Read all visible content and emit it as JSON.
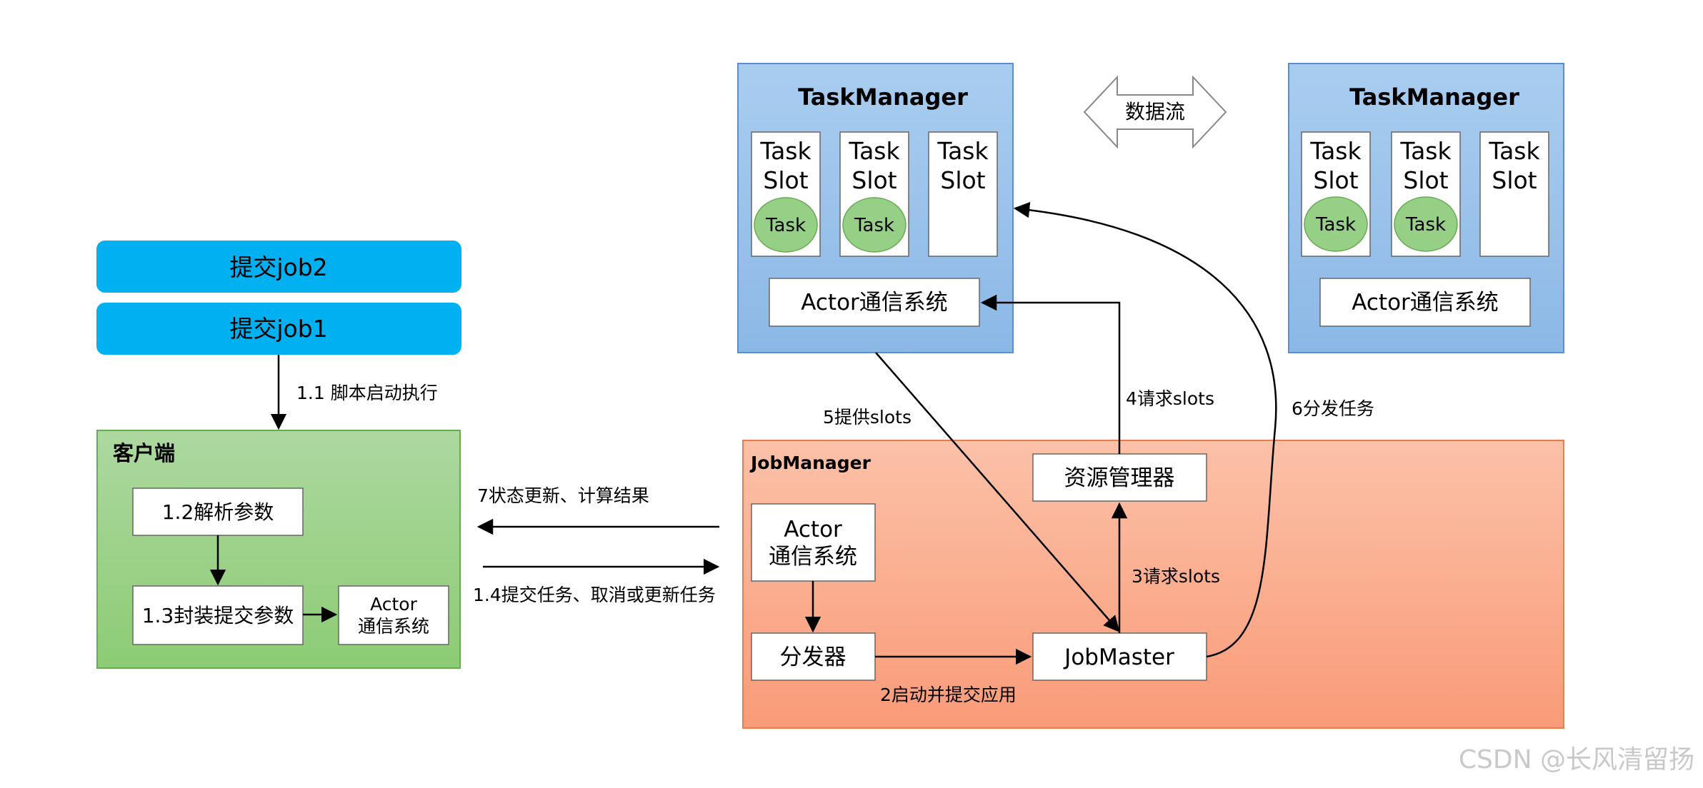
{
  "submit": {
    "job2": "提交job2",
    "job1": "提交job1",
    "launch_label": "1.1 脚本启动执行"
  },
  "client": {
    "title": "客户端",
    "parse": "1.2解析参数",
    "package": "1.3封装提交参数",
    "actor_line1": "Actor",
    "actor_line2": "通信系统"
  },
  "taskmanager_left": {
    "title": "TaskManager",
    "slots": [
      {
        "line1": "Task",
        "line2": "Slot",
        "task": "Task"
      },
      {
        "line1": "Task",
        "line2": "Slot",
        "task": "Task"
      },
      {
        "line1": "Task",
        "line2": "Slot",
        "task": ""
      }
    ],
    "actor": "Actor通信系统"
  },
  "taskmanager_right": {
    "title": "TaskManager",
    "slots": [
      {
        "line1": "Task",
        "line2": "Slot",
        "task": "Task"
      },
      {
        "line1": "Task",
        "line2": "Slot",
        "task": "Task"
      },
      {
        "line1": "Task",
        "line2": "Slot",
        "task": ""
      }
    ],
    "actor": "Actor通信系统"
  },
  "dataflow": "数据流",
  "jobmanager": {
    "title": "JobManager",
    "actor_line1": "Actor",
    "actor_line2": "通信系统",
    "dispatcher": "分发器",
    "resource_manager": "资源管理器",
    "jobmaster": "JobMaster"
  },
  "labels": {
    "status_update": "7状态更新、计算结果",
    "submit_task": "1.4提交任务、取消或更新任务",
    "provide_slots": "5提供slots",
    "request_slots_4": "4请求slots",
    "request_slots_3": "3请求slots",
    "dispatch_task": "6分发任务",
    "start_submit": "2启动并提交应用"
  },
  "watermark": "CSDN @长风清留扬",
  "colors": {
    "submit_fill": "#00b0f0",
    "client_top": "#add8a0",
    "client_bottom": "#8ccc74",
    "tm_top": "#a9cdf0",
    "tm_bottom": "#8cb8e6",
    "jm_top": "#fbc1a8",
    "jm_bottom": "#fa9b78",
    "task_circle": "#96d086"
  }
}
